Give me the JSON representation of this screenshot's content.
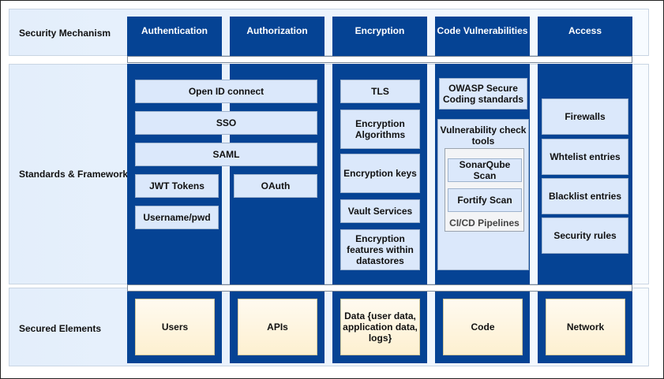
{
  "rows": {
    "mechanism": "Security Mechanism",
    "standards": "Standards & Frameworks",
    "elements": "Secured Elements"
  },
  "columns": {
    "authentication": {
      "header": "Authentication",
      "items": [
        "Open ID connect",
        "SSO",
        "SAML",
        "JWT Tokens",
        "Username/pwd"
      ],
      "element": "Users"
    },
    "authorization": {
      "header": "Authorization",
      "items": [
        "OAuth"
      ],
      "element": "APIs"
    },
    "encryption": {
      "header": "Encryption",
      "items": [
        "TLS",
        "Encryption Algorithms",
        "Encryption keys",
        "Vault Services",
        "Encryption features within datastores"
      ],
      "element": "Data {user data, application data, logs}"
    },
    "code_vulnerabilities": {
      "header": "Code Vulnerabilities",
      "owasp": "OWASP Secure Coding standards",
      "tools_title": "Vulnerability check tools",
      "tools": [
        "SonarQube Scan",
        "Fortify Scan"
      ],
      "pipeline": "CI/CD Pipelines",
      "element": "Code"
    },
    "access": {
      "header": "Access",
      "items": [
        "Firewalls",
        "Whtelist entries",
        "Blacklist entries",
        "Security rules"
      ],
      "element": "Network"
    }
  },
  "colors": {
    "column_blue": "#054394",
    "box_fill": "#dbe8fb",
    "element_fill": "#fdf0d0"
  }
}
